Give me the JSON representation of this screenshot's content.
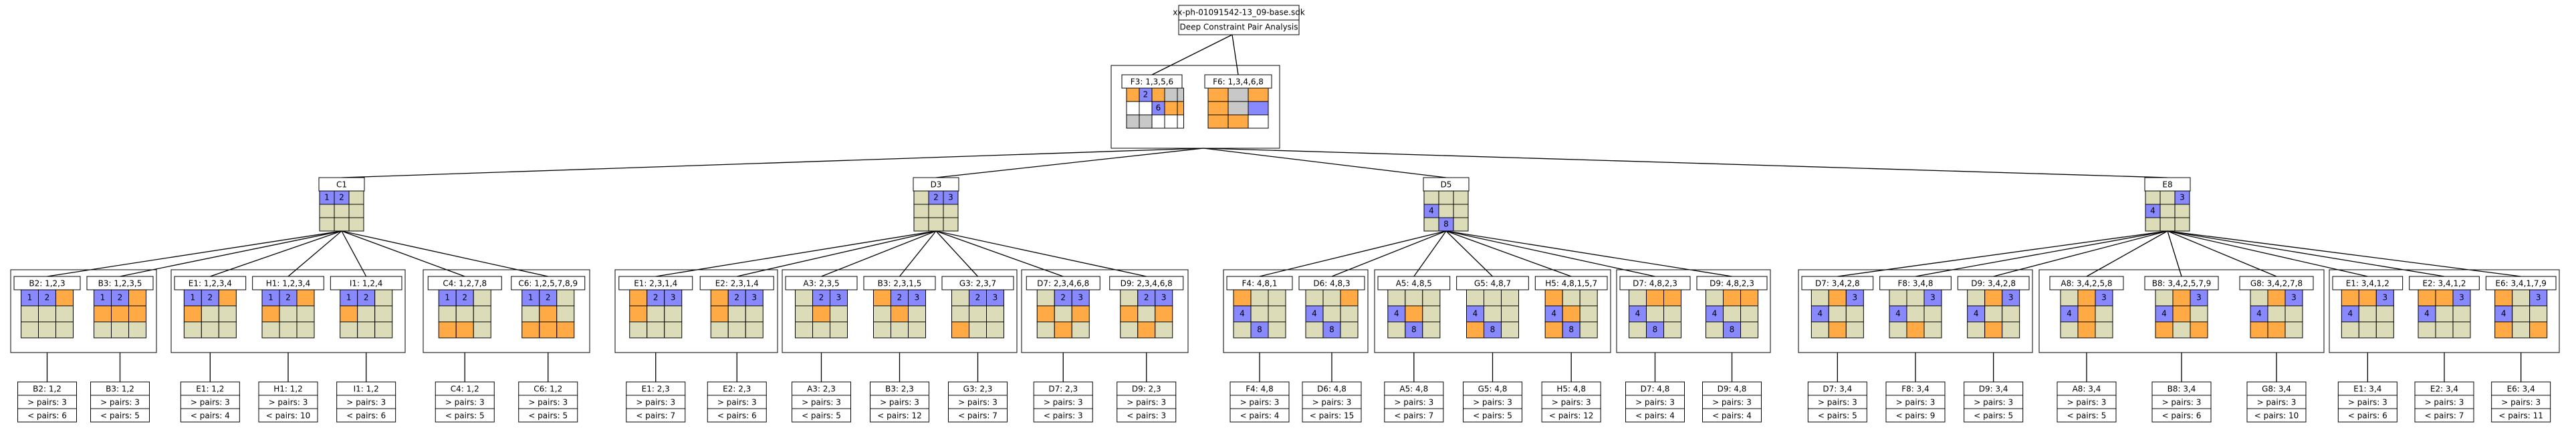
{
  "root": {
    "filename": "xx-ph-01091542-13_09-base.sdk",
    "title": "Deep Constraint Pair Analysis"
  },
  "colors": {
    "blue": "#8888ff",
    "orange": "#ffaa44",
    "olive": "#dddcb8",
    "gray": "#c8c8c8",
    "white": "#ffffff",
    "line": "#000000"
  },
  "top_pairs": [
    {
      "label": "F3: 1,3,5,6",
      "grid": [
        "OBOg",
        "..BO",
        "gg.."
      ]
    },
    {
      "label": "F6: 1,3,4,6,8",
      "grid": [
        "OgO",
        "OgB",
        "OO."
      ]
    }
  ],
  "groups": [
    {
      "label": "C1",
      "grid": [
        "BB.",
        "...",
        "..."
      ],
      "clusters": [
        {
          "members": [
            {
              "label": "B2: 1,2,3",
              "grid": [
                "BBO",
                "...",
                "..."
              ],
              "summary": {
                "name": "B2: 1,2",
                "pairs": "> pairs: 3",
                "count": "< pairs: 6"
              }
            },
            {
              "label": "B3: 1,2,3,5",
              "grid": [
                "BBO",
                "OOO",
                "..."
              ],
              "summary": {
                "name": "B3: 1,2",
                "pairs": "> pairs: 3",
                "count": "< pairs: 5"
              }
            }
          ]
        },
        {
          "members": [
            {
              "label": "E1: 1,2,3,4",
              "grid": [
                "BBO",
                "O..",
                "..."
              ],
              "summary": {
                "name": "E1: 1,2",
                "pairs": "> pairs: 3",
                "count": "< pairs: 4"
              }
            },
            {
              "label": "H1: 1,2,3,4",
              "grid": [
                "BBO",
                "O..",
                "..."
              ],
              "summary": {
                "name": "H1: 1,2",
                "pairs": "> pairs: 3",
                "count": "< pairs: 10"
              }
            },
            {
              "label": "I1: 1,2,4",
              "grid": [
                "BB.",
                "O..",
                "..."
              ],
              "summary": {
                "name": "I1: 1,2",
                "pairs": "> pairs: 3",
                "count": "< pairs: 6"
              }
            }
          ]
        },
        {
          "members": [
            {
              "label": "C4: 1,2,7,8",
              "grid": [
                "BB.",
                "...",
                "OO."
              ],
              "summary": {
                "name": "C4: 1,2",
                "pairs": "> pairs: 3",
                "count": "< pairs: 5"
              }
            },
            {
              "label": "C6: 1,2,5,7,8,9",
              "grid": [
                "BB.",
                ".O.",
                "OOO"
              ],
              "summary": {
                "name": "C6: 1,2",
                "pairs": "> pairs: 3",
                "count": "< pairs: 5"
              }
            }
          ]
        }
      ]
    },
    {
      "label": "D3",
      "grid": [
        ".BB",
        "...",
        "..."
      ],
      "clusters": [
        {
          "members": [
            {
              "label": "E1: 2,3,1,4",
              "grid": [
                "OBB",
                "O..",
                "..."
              ],
              "summary": {
                "name": "E1: 2,3",
                "pairs": "> pairs: 3",
                "count": "< pairs: 7"
              }
            },
            {
              "label": "E2: 2,3,1,4",
              "grid": [
                "OBB",
                "O..",
                "..."
              ],
              "summary": {
                "name": "E2: 2,3",
                "pairs": "> pairs: 3",
                "count": "< pairs: 6"
              }
            }
          ]
        },
        {
          "members": [
            {
              "label": "A3: 2,3,5",
              "grid": [
                ".BB",
                ".O.",
                "..."
              ],
              "summary": {
                "name": "A3: 2,3",
                "pairs": "> pairs: 3",
                "count": "< pairs: 5"
              }
            },
            {
              "label": "B3: 2,3,1,5",
              "grid": [
                "OBB",
                ".O.",
                "..."
              ],
              "summary": {
                "name": "B3: 2,3",
                "pairs": "> pairs: 3",
                "count": "< pairs: 12"
              }
            },
            {
              "label": "G3: 2,3,7",
              "grid": [
                ".BB",
                "...",
                "O.."
              ],
              "summary": {
                "name": "G3: 2,3",
                "pairs": "> pairs: 3",
                "count": "< pairs: 7"
              }
            }
          ]
        },
        {
          "members": [
            {
              "label": "D7: 2,3,4,6,8",
              "grid": [
                ".BB",
                "O.O",
                ".O."
              ],
              "summary": {
                "name": "D7: 2,3",
                "pairs": "> pairs: 3",
                "count": "< pairs: 3"
              }
            },
            {
              "label": "D9: 2,3,4,6,8",
              "grid": [
                ".BB",
                "O.O",
                ".O."
              ],
              "summary": {
                "name": "D9: 2,3",
                "pairs": "> pairs: 3",
                "count": "< pairs: 3"
              }
            }
          ]
        }
      ]
    },
    {
      "label": "D5",
      "grid": [
        "...",
        "B..",
        ".B."
      ],
      "clusters": [
        {
          "members": [
            {
              "label": "F4: 4,8,1",
              "grid": [
                "O..",
                "B..",
                ".B."
              ],
              "summary": {
                "name": "F4: 4,8",
                "pairs": "> pairs: 3",
                "count": "< pairs: 4"
              }
            },
            {
              "label": "D6: 4,8,3",
              "grid": [
                "..O",
                "B..",
                ".B."
              ],
              "summary": {
                "name": "D6: 4,8",
                "pairs": "> pairs: 3",
                "count": "< pairs: 15"
              }
            }
          ]
        },
        {
          "members": [
            {
              "label": "A5: 4,8,5",
              "grid": [
                "...",
                "BO.",
                ".B."
              ],
              "summary": {
                "name": "A5: 4,8",
                "pairs": "> pairs: 3",
                "count": "< pairs: 7"
              }
            },
            {
              "label": "G5: 4,8,7",
              "grid": [
                "...",
                "B..",
                "OB."
              ],
              "summary": {
                "name": "G5: 4,8",
                "pairs": "> pairs: 3",
                "count": "< pairs: 5"
              }
            },
            {
              "label": "H5: 4,8,1,5,7",
              "grid": [
                "O..",
                "BO.",
                "OB."
              ],
              "summary": {
                "name": "H5: 4,8",
                "pairs": "> pairs: 3",
                "count": "< pairs: 12"
              }
            }
          ]
        },
        {
          "members": [
            {
              "label": "D7: 4,8,2,3",
              "grid": [
                ".OO",
                "B..",
                ".B."
              ],
              "summary": {
                "name": "D7: 4,8",
                "pairs": "> pairs: 3",
                "count": "< pairs: 4"
              }
            },
            {
              "label": "D9: 4,8,2,3",
              "grid": [
                ".OO",
                "B..",
                ".B."
              ],
              "summary": {
                "name": "D9: 4,8",
                "pairs": "> pairs: 3",
                "count": "< pairs: 4"
              }
            }
          ]
        }
      ]
    },
    {
      "label": "E8",
      "grid": [
        "..B",
        "B..",
        "..."
      ],
      "clusters": [
        {
          "members": [
            {
              "label": "D7: 3,4,2,8",
              "grid": [
                ".OB",
                "B..",
                ".O."
              ],
              "summary": {
                "name": "D7: 3,4",
                "pairs": "> pairs: 3",
                "count": "< pairs: 5"
              }
            },
            {
              "label": "F8: 3,4,8",
              "grid": [
                "..B",
                "B..",
                ".O."
              ],
              "summary": {
                "name": "F8: 3,4",
                "pairs": "> pairs: 3",
                "count": "< pairs: 9"
              }
            },
            {
              "label": "D9: 3,4,2,8",
              "grid": [
                ".OB",
                "B..",
                ".O."
              ],
              "summary": {
                "name": "D9: 3,4",
                "pairs": "> pairs: 3",
                "count": "< pairs: 5"
              }
            }
          ]
        },
        {
          "members": [
            {
              "label": "A8: 3,4,2,5,8",
              "grid": [
                ".OB",
                "BO.",
                ".O."
              ],
              "summary": {
                "name": "A8: 3,4",
                "pairs": "> pairs: 3",
                "count": "< pairs: 5"
              }
            },
            {
              "label": "B8: 3,4,2,5,7,9",
              "grid": [
                ".OB",
                "BO.",
                "O.O"
              ],
              "summary": {
                "name": "B8: 3,4",
                "pairs": "> pairs: 3",
                "count": "< pairs: 6"
              }
            },
            {
              "label": "G8: 3,4,2,7,8",
              "grid": [
                ".OB",
                "B..",
                "OO."
              ],
              "summary": {
                "name": "G8: 3,4",
                "pairs": "> pairs: 3",
                "count": "< pairs: 10"
              }
            }
          ]
        },
        {
          "members": [
            {
              "label": "E1: 3,4,1,2",
              "grid": [
                "OOB",
                "B..",
                "..."
              ],
              "summary": {
                "name": "E1: 3,4",
                "pairs": "> pairs: 3",
                "count": "< pairs: 6"
              }
            },
            {
              "label": "E2: 3,4,1,2",
              "grid": [
                "OOB",
                "B..",
                "..."
              ],
              "summary": {
                "name": "E2: 3,4",
                "pairs": "> pairs: 3",
                "count": "< pairs: 7"
              }
            },
            {
              "label": "E6: 3,4,1,7,9",
              "grid": [
                "O.B",
                "B..",
                "O.O"
              ],
              "summary": {
                "name": "E6: 3,4",
                "pairs": "> pairs: 3",
                "count": "< pairs: 11"
              }
            }
          ]
        }
      ]
    }
  ]
}
